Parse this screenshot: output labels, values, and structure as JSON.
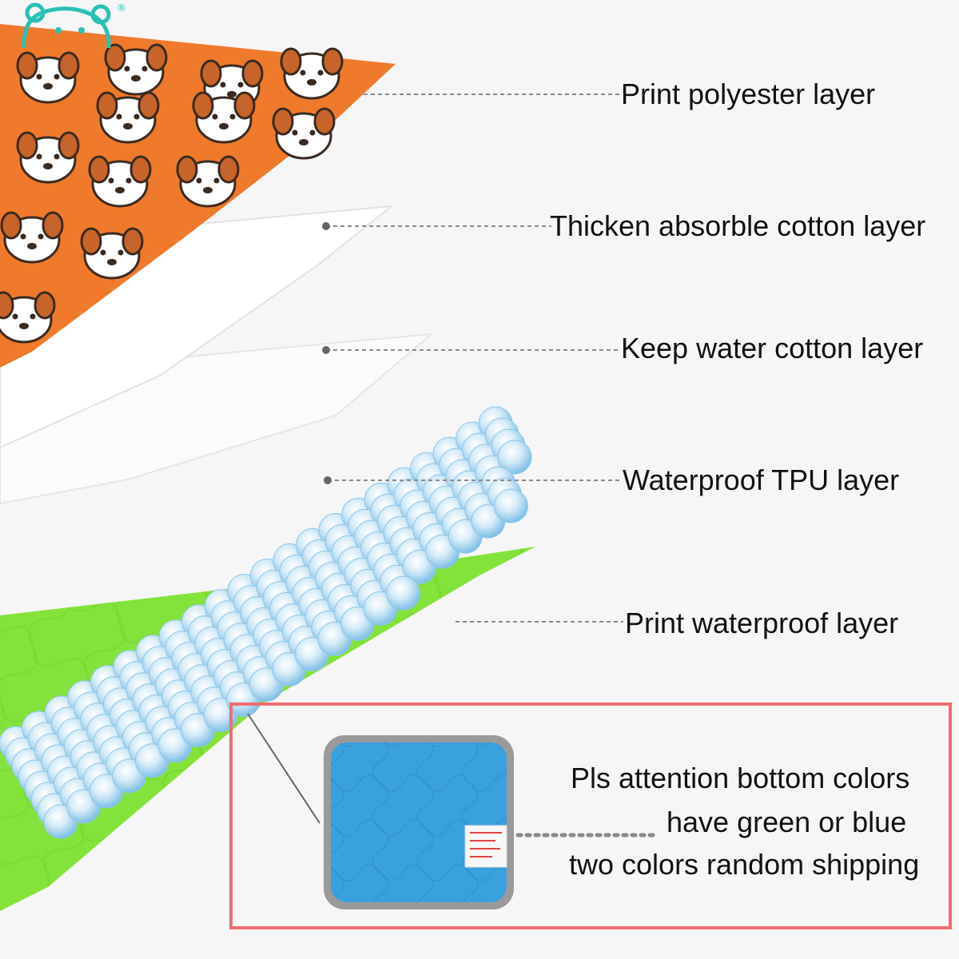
{
  "layers": [
    {
      "label": "Print polyester layer"
    },
    {
      "label": "Thicken absorble cotton layer"
    },
    {
      "label": "Keep water cotton layer"
    },
    {
      "label": "Waterproof TPU layer"
    },
    {
      "label": "Print waterproof layer"
    }
  ],
  "note": {
    "lines": [
      "Pls attention bottom colors",
      "have green or blue",
      "two colors random shipping"
    ]
  },
  "colors": {
    "print_layer": "#f07a2b",
    "cotton_layer": "#ffffff",
    "tpu_layer": "#a9d6f0",
    "green_layer": "#84e33a",
    "blue_pad": "#3aa1df",
    "note_border": "#ee6d73"
  },
  "icons": [
    "dog-face-icon",
    "water-bubble-icon",
    "bear-logo-icon"
  ]
}
